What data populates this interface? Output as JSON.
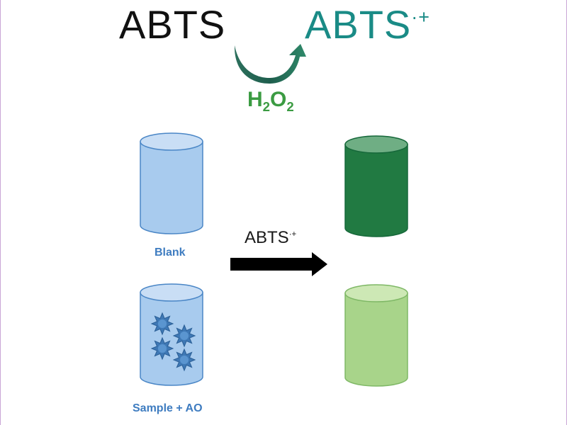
{
  "top": {
    "reactant": "ABTS",
    "product": "ABTS",
    "product_superscript": "·+",
    "reagent_h": "H",
    "reagent_2a": "2",
    "reagent_o": "O",
    "reagent_2b": "2"
  },
  "labels": {
    "blank": "Blank",
    "sample": "Sample + AO",
    "arrow_label": "ABTS",
    "arrow_label_superscript": "·+"
  },
  "colors": {
    "blank_fill": "#a8cbee",
    "dark_green": "#217a42",
    "light_green": "#a8d48a",
    "curved_arrow": "#1f6e5a",
    "antioxidant_star": "#3e78b5"
  }
}
